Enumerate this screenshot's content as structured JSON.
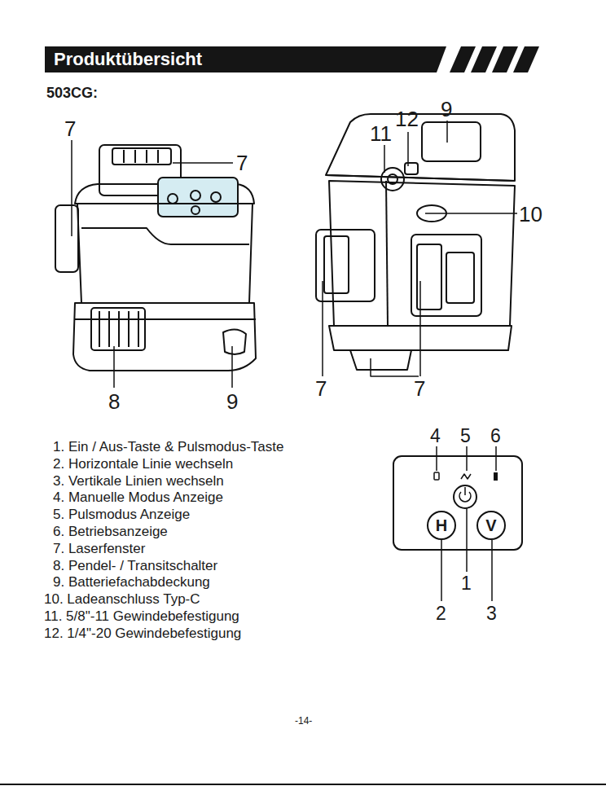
{
  "diagram": {
    "title": "Produktübersicht",
    "nodes": [
      {
        "text": [
          "H"
        ]
      },
      {
        "text": [
          "V"
        ]
      }
    ],
    "labels": [
      "503CG:",
      "7",
      "7",
      "8",
      "9",
      "11",
      "12",
      "9",
      "10",
      "7",
      "7",
      "1. Ein / Aus-Taste & Pulsmodus-Taste",
      "2. Horizontale Linie wechseln",
      "3. Vertikale Linien wechseln",
      "4. Manuelle Modus Anzeige",
      "5. Pulsmodus Anzeige",
      "6. Betriebsanzeige",
      "7. Laserfenster",
      "8. Pendel- / Transitschalter",
      "9. Batteriefachabdeckung",
      "10. Ladeanschluss Typ-C",
      "11. 5/8\"-11 Gewindebefestigung",
      "12. 1/4\"-20 Gewindebefestigung",
      "4",
      "5",
      "6",
      "1",
      "2",
      "3",
      "-14-"
    ]
  }
}
